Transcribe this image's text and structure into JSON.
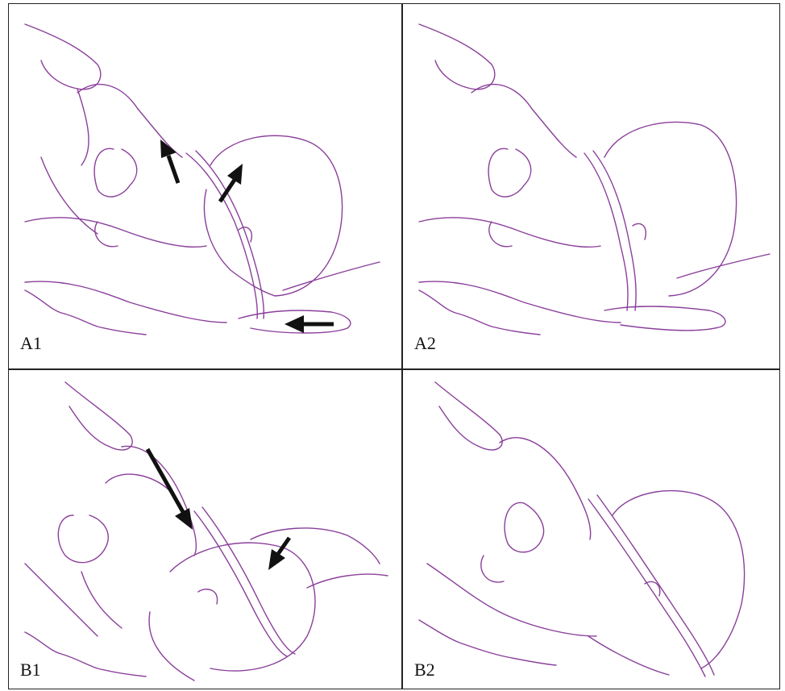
{
  "panels": [
    {
      "label": "A1",
      "arrows": 3
    },
    {
      "label": "A2",
      "arrows": 0
    },
    {
      "label": "B1",
      "arrows": 2
    },
    {
      "label": "B2",
      "arrows": 0
    }
  ],
  "colors": {
    "line_art": "#8a3f9a",
    "arrow": "#111111",
    "border": "#222222"
  }
}
